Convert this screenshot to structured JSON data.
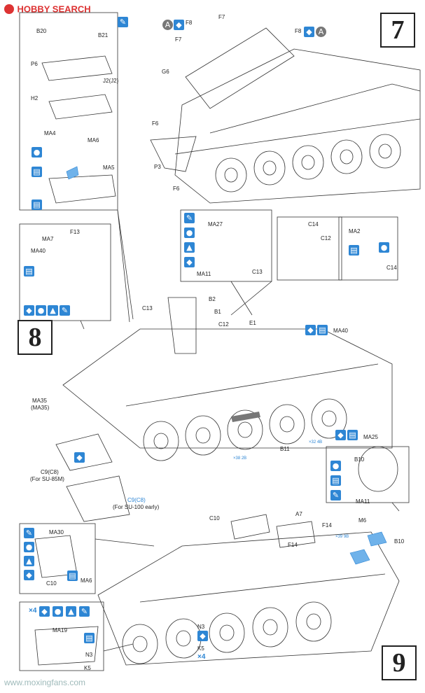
{
  "watermark_top": {
    "logo": "HOBBY SEARCH"
  },
  "watermark_bottom": {
    "site": "www.moxingfans.com"
  },
  "steps": {
    "s7": "7",
    "s8": "8",
    "s9": "9"
  },
  "labels": {
    "B20": "B20",
    "B21": "B21",
    "P6": "P6",
    "J2": "J2(J2)",
    "H2": "H2",
    "MA4": "MA4",
    "MA6": "MA6",
    "MA5": "MA5",
    "F8a": "F8",
    "F7a": "F7",
    "F7b": "F7",
    "F8b": "F8",
    "G6": "G6",
    "F6a": "F6",
    "P3": "P3",
    "F6b": "F6",
    "MA7": "MA7",
    "F13": "F13",
    "MA40": "MA40",
    "MA27": "MA27",
    "MA11a": "MA11",
    "C13a": "C13",
    "C14a": "C14",
    "C12a": "C12",
    "MA2": "MA2",
    "C14b": "C14",
    "C13b": "C13",
    "B2": "B2",
    "B1": "B1",
    "C12b": "C12",
    "E1": "E1",
    "MA40b": "MA40",
    "MA35": "MA35",
    "MA35p": "(MA35)",
    "C9": "C9(C8)",
    "C9note": "(For SU-85M)",
    "C9b": "C9(C8)",
    "C9bnote": "(For SU-100 early)",
    "B11": "B11",
    "MA25": "MA25",
    "B10a": "B10",
    "MA11b": "MA11",
    "C10a": "C10",
    "A7": "A7",
    "F14a": "F14",
    "F14b": "F14",
    "M6": "M6",
    "B10b": "B10",
    "MA30": "MA30",
    "C10b": "C10",
    "MA6b": "MA6",
    "x4a": "×4",
    "MA19": "MA19",
    "N3a": "N3",
    "K5a": "K5",
    "N3b": "N3",
    "K5b": "K5",
    "x4b": "×4",
    "ref1": "×32 4B",
    "ref2": "×38 2B",
    "ref3": "×39 9B"
  }
}
